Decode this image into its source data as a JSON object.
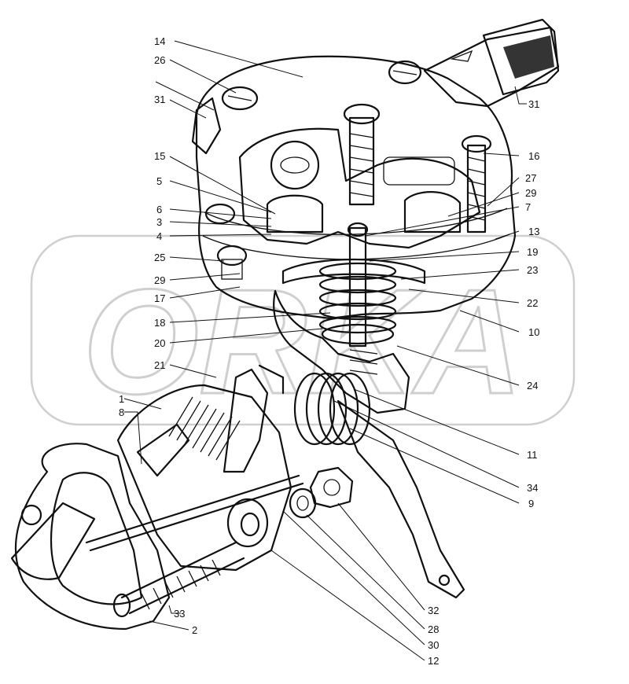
{
  "figure": {
    "watermark": "ORKA",
    "callouts": [
      {
        "id": "c14",
        "text": "14"
      },
      {
        "id": "c26",
        "text": "26"
      },
      {
        "id": "c31a",
        "text": "31"
      },
      {
        "id": "c31b",
        "text": "31"
      },
      {
        "id": "c15",
        "text": "15"
      },
      {
        "id": "c16",
        "text": "16"
      },
      {
        "id": "c27",
        "text": "27"
      },
      {
        "id": "c5",
        "text": "5"
      },
      {
        "id": "c29a",
        "text": "29"
      },
      {
        "id": "c6",
        "text": "6"
      },
      {
        "id": "c7",
        "text": "7"
      },
      {
        "id": "c3",
        "text": "3"
      },
      {
        "id": "c4",
        "text": "4"
      },
      {
        "id": "c13",
        "text": "13"
      },
      {
        "id": "c25",
        "text": "25"
      },
      {
        "id": "c19",
        "text": "19"
      },
      {
        "id": "c23",
        "text": "23"
      },
      {
        "id": "c29b",
        "text": "29"
      },
      {
        "id": "c17",
        "text": "17"
      },
      {
        "id": "c22",
        "text": "22"
      },
      {
        "id": "c18",
        "text": "18"
      },
      {
        "id": "c10",
        "text": "10"
      },
      {
        "id": "c20",
        "text": "20"
      },
      {
        "id": "c24",
        "text": "24"
      },
      {
        "id": "c21",
        "text": "21"
      },
      {
        "id": "c1",
        "text": "1"
      },
      {
        "id": "c8",
        "text": "8"
      },
      {
        "id": "c11",
        "text": "11"
      },
      {
        "id": "c34",
        "text": "34"
      },
      {
        "id": "c9",
        "text": "9"
      },
      {
        "id": "c33",
        "text": "33"
      },
      {
        "id": "c2",
        "text": "2"
      },
      {
        "id": "c32",
        "text": "32"
      },
      {
        "id": "c28",
        "text": "28"
      },
      {
        "id": "c30",
        "text": "30"
      },
      {
        "id": "c12",
        "text": "12"
      }
    ]
  }
}
